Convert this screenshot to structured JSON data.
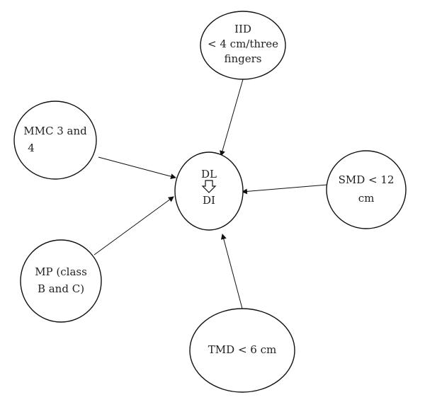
{
  "diagram": {
    "nodes": [
      {
        "id": "center",
        "lines": [
          "DL",
          "DI"
        ]
      },
      {
        "id": "iid",
        "lines": [
          "IID",
          "< 4 cm/three",
          "fingers"
        ]
      },
      {
        "id": "mmc",
        "lines": [
          "MMC 3 and",
          "4"
        ]
      },
      {
        "id": "smd",
        "lines": [
          "SMD < 12",
          "cm"
        ]
      },
      {
        "id": "mp",
        "lines": [
          "MP (class",
          "B and C)"
        ]
      },
      {
        "id": "tmd",
        "lines": [
          "TMD < 6 cm"
        ]
      }
    ],
    "edges": [
      {
        "from": "iid",
        "to": "center"
      },
      {
        "from": "mmc",
        "to": "center"
      },
      {
        "from": "smd",
        "to": "center"
      },
      {
        "from": "mp",
        "to": "center"
      },
      {
        "from": "tmd",
        "to": "center"
      }
    ],
    "center_symbol": "down-arrow-icon",
    "colors": {
      "stroke": "#111111",
      "text": "#222222",
      "background": "#ffffff"
    }
  }
}
